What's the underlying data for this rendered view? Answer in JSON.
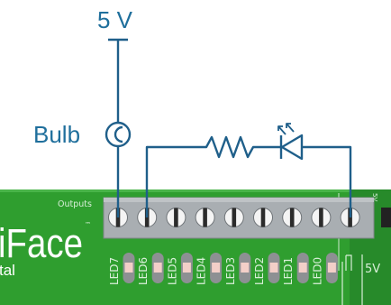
{
  "supply_label": "5 V",
  "bulb_label": "Bulb",
  "board": {
    "outputs_label": "Outputs",
    "brand_fragment": "iFace",
    "brand_mark": "™",
    "sub_fragment": "tal",
    "right_edge_label": "5V",
    "led_labels": [
      "LED7",
      "LED6",
      "LED5",
      "LED4",
      "LED3",
      "LED2",
      "LED1",
      "LED0"
    ],
    "terminal_count": 9
  },
  "colors": {
    "wire": "#1f5f8a",
    "label": "#1f6f9c",
    "board": "#2f9e2f",
    "board_dark": "#1f7a25",
    "terminal_block": "#a9aeb2",
    "led_body": "#8d9093",
    "led_window": "#f3cfc8"
  }
}
